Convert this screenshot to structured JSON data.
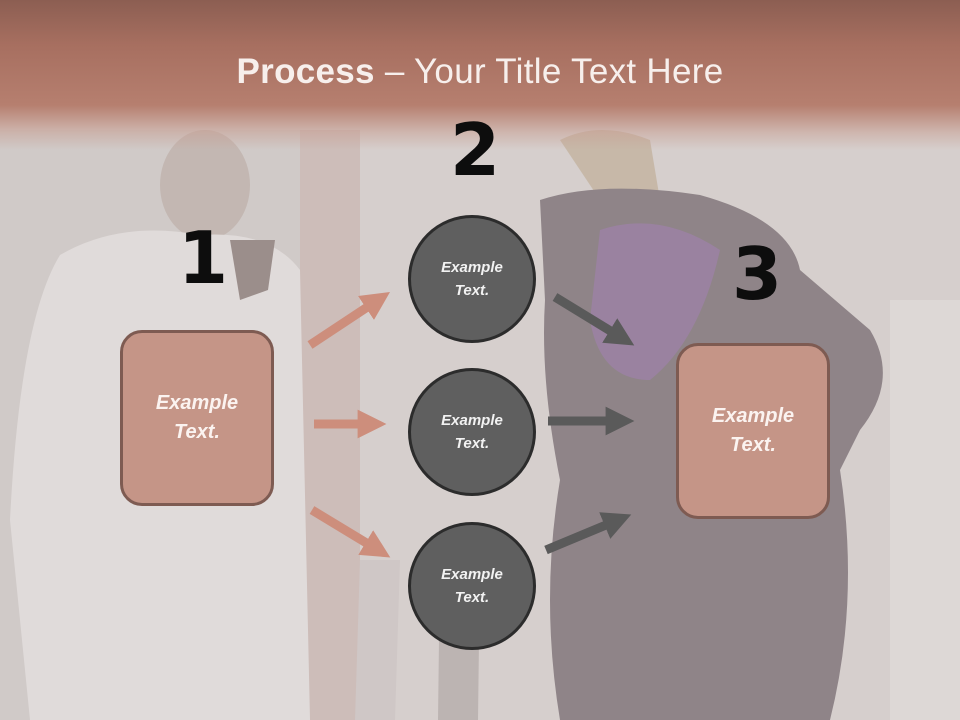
{
  "title": {
    "bold": "Process",
    "rest": " – Your Title Text Here"
  },
  "steps": {
    "one": "1",
    "two": "2",
    "three": "3"
  },
  "left_box": {
    "line1": "Example",
    "line2": "Text."
  },
  "circles": [
    {
      "line1": "Example",
      "line2": "Text."
    },
    {
      "line1": "Example",
      "line2": "Text."
    },
    {
      "line1": "Example",
      "line2": "Text."
    }
  ],
  "right_box": {
    "line1": "Example",
    "line2": "Text."
  },
  "colors": {
    "box_fill": "#c59587",
    "circle_fill": "#5f5f5f",
    "arrow_left": "#cd8e7c",
    "arrow_right": "#5a5a5a",
    "banner": "#a76f60"
  }
}
